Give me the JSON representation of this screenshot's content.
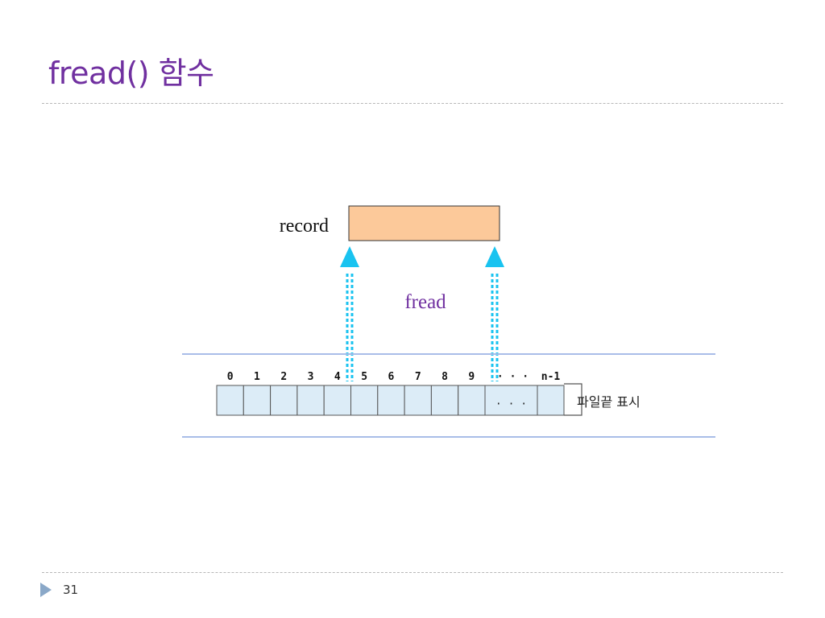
{
  "slide": {
    "title": "fread() 함수",
    "page_number": "31"
  },
  "diagram": {
    "record_label": "record",
    "operation_label": "fread",
    "eof_label": "파일끝 표시",
    "cell_indices": [
      "0",
      "1",
      "2",
      "3",
      "4",
      "5",
      "6",
      "7",
      "8",
      "9",
      "· · ·",
      "n-1"
    ],
    "ellipsis_cell_text": "· · ·",
    "colors": {
      "title": "#7030a0",
      "record_fill": "#fcc99a",
      "cell_fill": "#dcecf7",
      "arrow": "#19c3f0",
      "stream_line": "#a9bde8",
      "operation_label": "#7030a0"
    }
  }
}
